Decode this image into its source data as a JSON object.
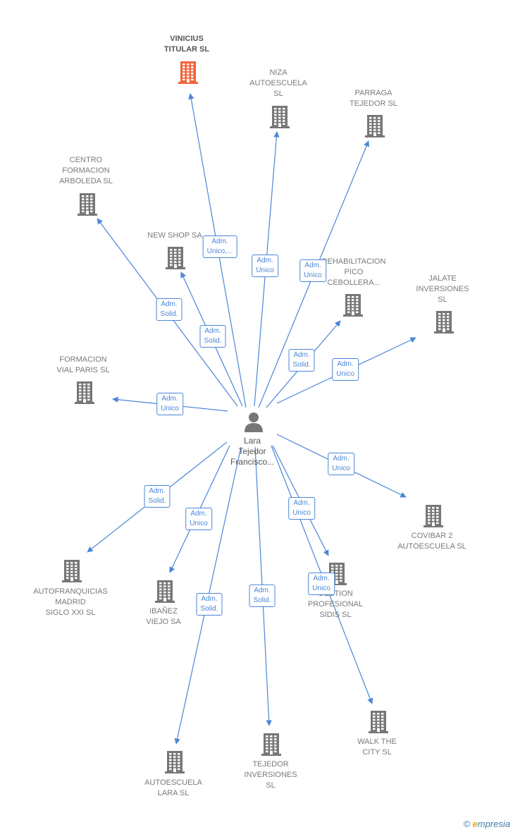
{
  "center": {
    "label": "Lara\nTejedor\nFrancisco..."
  },
  "colors": {
    "edge": "#4a86d8",
    "building": "#777777",
    "building_highlight": "#f0643c",
    "text": "#7a7a7a"
  },
  "nodes": [
    {
      "id": "vinicius",
      "label": "VINICIUS\nTITULAR  SL",
      "highlight": true
    },
    {
      "id": "niza",
      "label": "NIZA\nAUTOESCUELA\nSL"
    },
    {
      "id": "parraga",
      "label": "PARRAGA\nTEJEDOR  SL"
    },
    {
      "id": "centro",
      "label": "CENTRO\nFORMACION\nARBOLEDA  SL"
    },
    {
      "id": "newshop",
      "label": "NEW SHOP SA"
    },
    {
      "id": "rehab",
      "label": "REHABILITACION\nPICO\nCEBOLLERA..."
    },
    {
      "id": "jalate",
      "label": "JALATE\nINVERSIONES\nSL"
    },
    {
      "id": "formacion",
      "label": "FORMACION\nVIAL PARIS  SL"
    },
    {
      "id": "covibar",
      "label": "COVIBAR 2\nAUTOESCUELA SL"
    },
    {
      "id": "autofranq",
      "label": "AUTOFRANQUICIAS\nMADRID\nSIGLO XXI  SL"
    },
    {
      "id": "ibanez",
      "label": "IBAÑEZ\nVIEJO SA"
    },
    {
      "id": "gestion",
      "label": "GESTION\nPROFESIONAL\nSIDIS  SL"
    },
    {
      "id": "walk",
      "label": "WALK THE\nCITY  SL"
    },
    {
      "id": "tejedor",
      "label": "TEJEDOR\nINVERSIONES\nSL"
    },
    {
      "id": "lara",
      "label": "AUTOESCUELA\nLARA SL"
    }
  ],
  "edges": [
    {
      "to": "vinicius",
      "label": "Adm.\nUnico,..."
    },
    {
      "to": "niza",
      "label": "Adm.\nUnico"
    },
    {
      "to": "parraga",
      "label": "Adm.\nUnico"
    },
    {
      "to": "centro",
      "label": "Adm.\nSolid."
    },
    {
      "to": "newshop",
      "label": "Adm.\nSolid."
    },
    {
      "to": "rehab",
      "label": "Adm.\nSolid."
    },
    {
      "to": "jalate",
      "label": "Adm.\nUnico"
    },
    {
      "to": "formacion",
      "label": "Adm.\nUnico"
    },
    {
      "to": "covibar",
      "label": "Adm.\nUnico"
    },
    {
      "to": "autofranq",
      "label": "Adm.\nSolid."
    },
    {
      "to": "ibanez",
      "label": "Adm.\nUnico"
    },
    {
      "to": "gestion",
      "label": "Adm.\nUnico"
    },
    {
      "to": "walk",
      "label": "Adm.\nUnico"
    },
    {
      "to": "tejedor",
      "label": "Adm.\nSolid."
    },
    {
      "to": "lara",
      "label": "Adm.\nSolid."
    }
  ],
  "brand": {
    "copyright": "©",
    "initial": "e",
    "rest": "mpresia"
  }
}
